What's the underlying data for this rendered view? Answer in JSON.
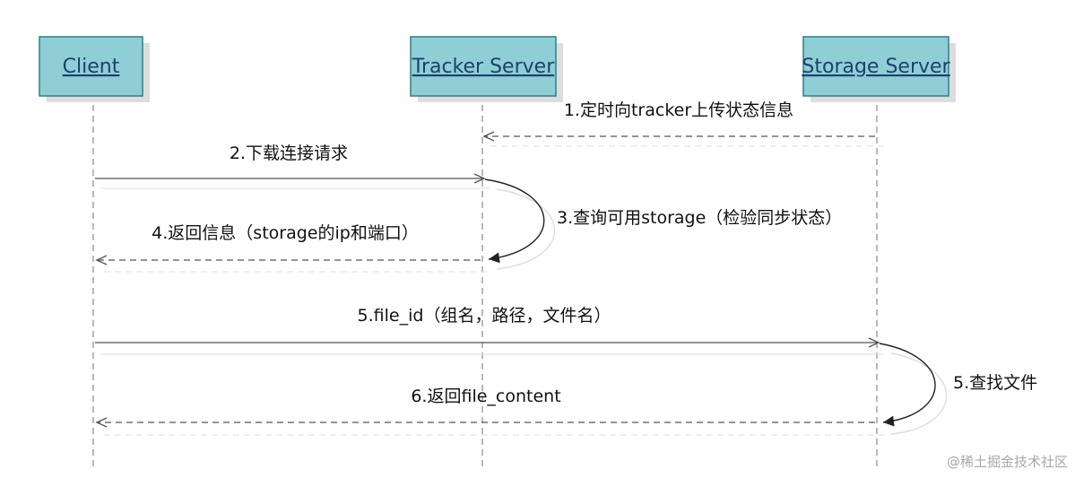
{
  "colors": {
    "actor_fill": "#8ecfd6",
    "actor_stroke": "#2b7f8a",
    "actor_text": "#1f3f6e",
    "line": "#555555"
  },
  "actors": [
    {
      "id": "client",
      "label": "Client"
    },
    {
      "id": "tracker",
      "label": "Tracker Server"
    },
    {
      "id": "storage",
      "label": "Storage Server"
    }
  ],
  "messages": [
    {
      "id": "m1",
      "label": "1.定时向tracker上传状态信息",
      "from": "storage",
      "to": "tracker",
      "style": "dashed"
    },
    {
      "id": "m2",
      "label": "2.下载连接请求",
      "from": "client",
      "to": "tracker",
      "style": "solid"
    },
    {
      "id": "m3",
      "label": "3.查询可用storage（检验同步状态）",
      "from": "tracker",
      "to": "tracker",
      "style": "self"
    },
    {
      "id": "m4",
      "label": "4.返回信息（storage的ip和端口）",
      "from": "tracker",
      "to": "client",
      "style": "dashed"
    },
    {
      "id": "m5",
      "label": "5.file_id（组名，路径，文件名）",
      "from": "client",
      "to": "storage",
      "style": "solid"
    },
    {
      "id": "m6",
      "label": "5.查找文件",
      "from": "storage",
      "to": "storage",
      "style": "self"
    },
    {
      "id": "m7",
      "label": "6.返回file_content",
      "from": "storage",
      "to": "client",
      "style": "dashed"
    }
  ],
  "watermark": "@稀土掘金技术社区"
}
